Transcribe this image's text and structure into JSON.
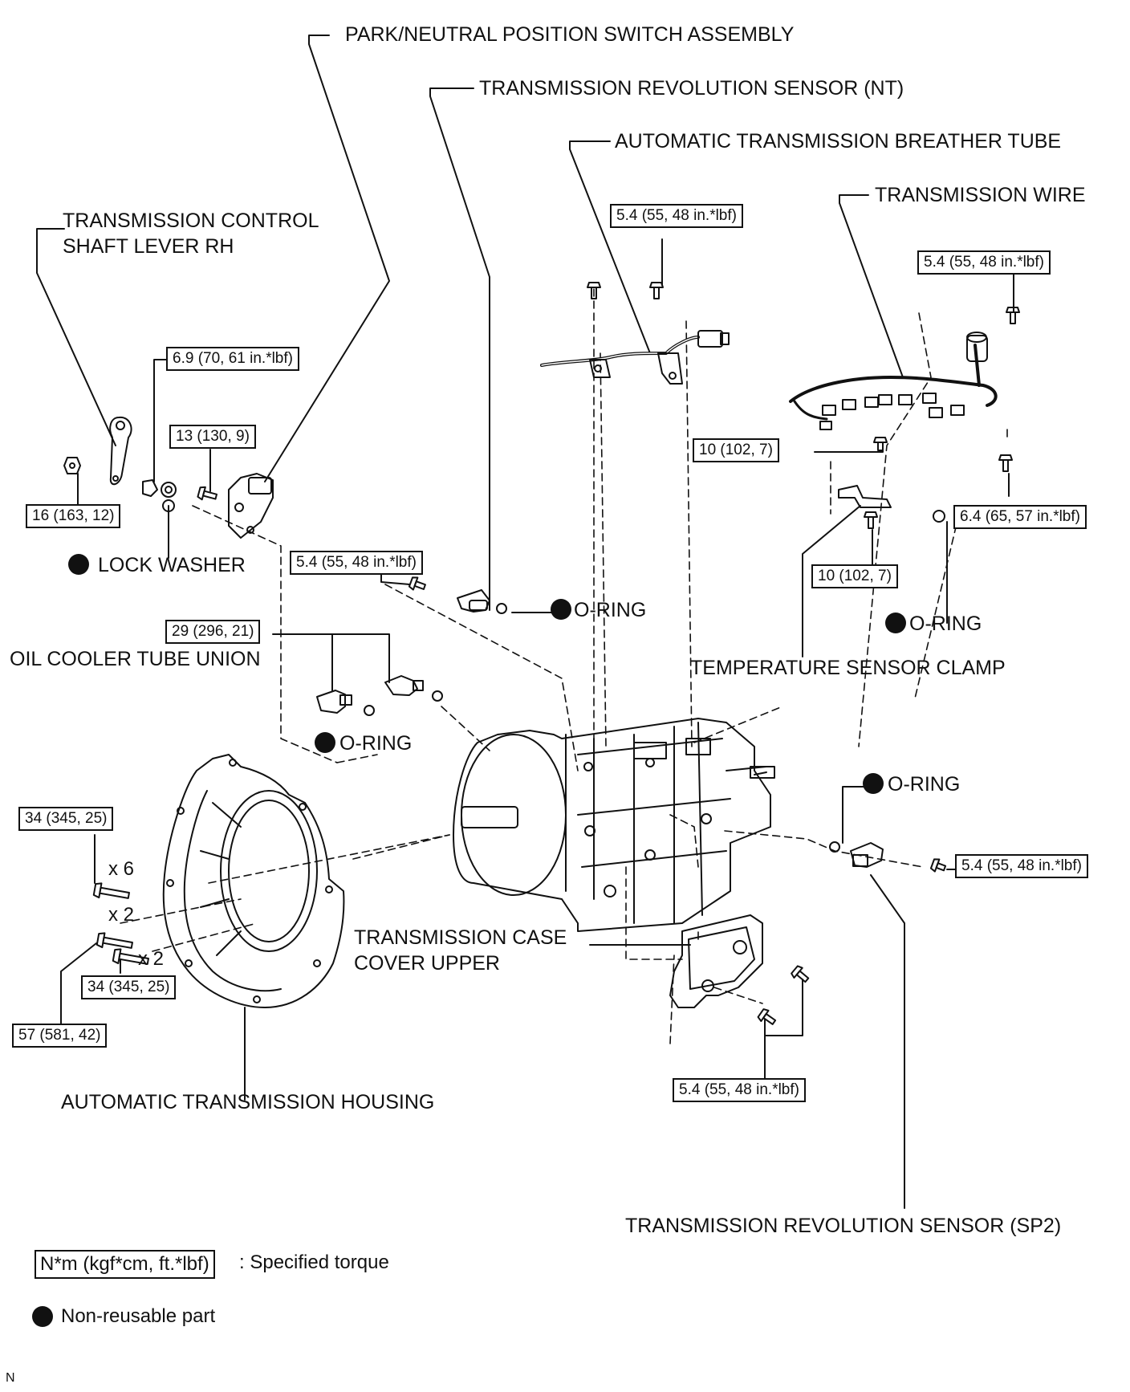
{
  "diagram": {
    "callouts": {
      "park_neutral_switch": "PARK/NEUTRAL POSITION SWITCH ASSEMBLY",
      "revolution_sensor_nt": "TRANSMISSION REVOLUTION SENSOR (NT)",
      "breather_tube": "AUTOMATIC TRANSMISSION BREATHER TUBE",
      "transmission_wire": "TRANSMISSION WIRE",
      "control_shaft_lever": "TRANSMISSION CONTROL\nSHAFT LEVER RH",
      "lock_washer": "LOCK WASHER",
      "oil_cooler_tube_union": "OIL COOLER TUBE UNION",
      "o_ring_nt": "O-RING",
      "o_ring_temp": "O-RING",
      "o_ring_union": "O-RING",
      "o_ring_sp2": "O-RING",
      "temperature_sensor_clamp": "TEMPERATURE SENSOR CLAMP",
      "case_cover_upper": "TRANSMISSION CASE\nCOVER UPPER",
      "housing": "AUTOMATIC TRANSMISSION HOUSING",
      "revolution_sensor_sp2": "TRANSMISSION REVOLUTION SENSOR (SP2)"
    },
    "torques": {
      "breather_bolt": "5.4 (55, 48 in.*lbf)",
      "wire_bolt": "5.4 (55, 48 in.*lbf)",
      "switch_nut": "6.9 (70, 61 in.*lbf)",
      "switch_bolt": "13 (130, 9)",
      "lever_nut": "16 (163, 12)",
      "nt_sensor_bolt": "5.4 (55, 48 in.*lbf)",
      "wire_clamp_bolt": "10 (102, 7)",
      "temp_connector_bolt": "6.4 (65, 57 in.*lbf)",
      "temp_clamp_bolt": "10 (102, 7)",
      "union": "29 (296, 21)",
      "housing_bolt_x6": "34 (345, 25)",
      "housing_bolt_x2_b": "34 (345, 25)",
      "housing_bolt_x2_a": "57 (581, 42)",
      "sp2_sensor_bolt": "5.4 (55, 48 in.*lbf)",
      "cover_bolt": "5.4 (55, 48 in.*lbf)"
    },
    "quantities": {
      "x6": "x 6",
      "x2_a": "x 2",
      "x2_b": "x 2"
    },
    "legend": {
      "torque_unit": "N*m (kgf*cm, ft.*lbf)",
      "torque_desc": ": Specified torque",
      "nonreusable_desc": "Non-reusable part"
    },
    "code": "N"
  }
}
